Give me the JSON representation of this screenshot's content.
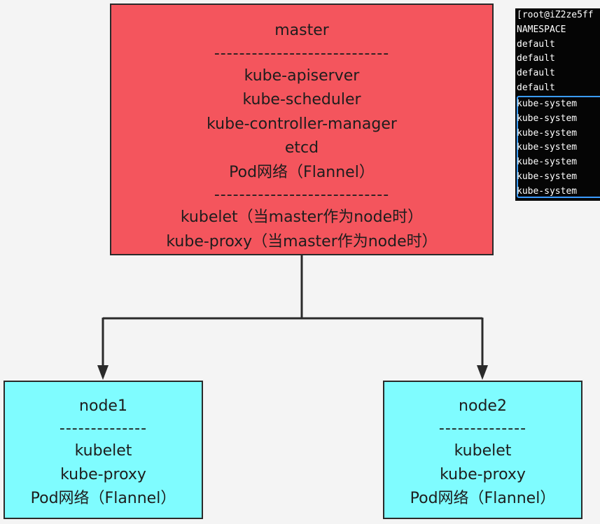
{
  "master": {
    "title": "master",
    "separator": "----------------------------",
    "components": [
      "kube-apiserver",
      "kube-scheduler",
      "kube-controller-manager",
      "etcd",
      "Pod网络（Flannel）"
    ],
    "node_components": [
      "kubelet（当master作为node时）",
      "kube-proxy（当master作为node时）"
    ]
  },
  "nodes": [
    {
      "title": "node1",
      "separator": "--------------",
      "components": [
        "kubelet",
        "kube-proxy",
        "Pod网络（Flannel）"
      ]
    },
    {
      "title": "node2",
      "separator": "--------------",
      "components": [
        "kubelet",
        "kube-proxy",
        "Pod网络（Flannel）"
      ]
    }
  ],
  "terminal": {
    "prompt": "[root@iZ2ze5ff",
    "header": "NAMESPACE",
    "rows": [
      "default",
      "default",
      "default",
      "default"
    ],
    "highlighted_rows": [
      "kube-system",
      "kube-system",
      "kube-system",
      "kube-system",
      "kube-system",
      "kube-system",
      "kube-system"
    ]
  },
  "colors": {
    "master_fill": "#f4555d",
    "node_fill": "#7ffcff",
    "highlight": "#3b9cff"
  }
}
